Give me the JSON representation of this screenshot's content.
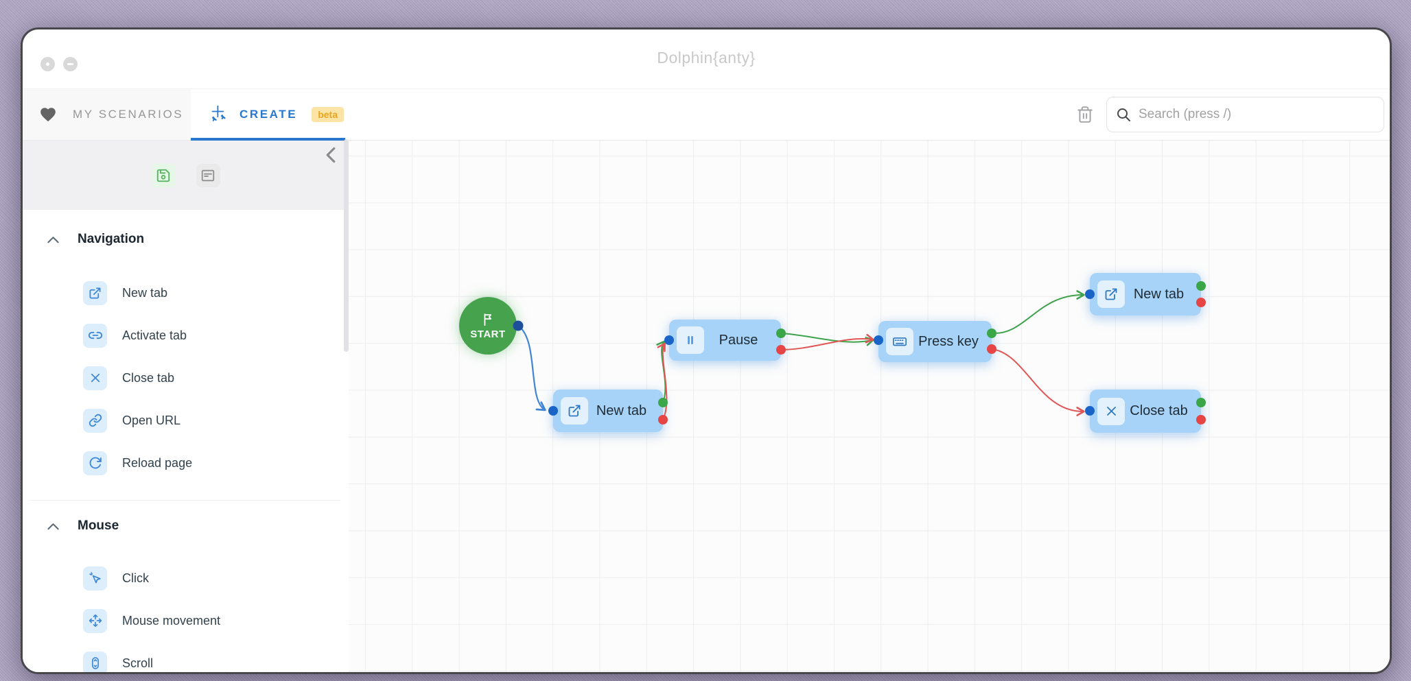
{
  "window": {
    "title": "Dolphin{anty}"
  },
  "tabs": {
    "my_scenarios": "MY SCENARIOS",
    "create": "CREATE",
    "beta": "beta"
  },
  "toolbar": {
    "search_placeholder": "Search (press /)"
  },
  "sidebar": {
    "sections": [
      {
        "label": "Navigation",
        "items": [
          {
            "label": "New tab",
            "icon": "new-tab-icon"
          },
          {
            "label": "Activate tab",
            "icon": "activate-tab-icon"
          },
          {
            "label": "Close tab",
            "icon": "close-tab-icon"
          },
          {
            "label": "Open URL",
            "icon": "open-url-icon"
          },
          {
            "label": "Reload page",
            "icon": "reload-page-icon"
          }
        ]
      },
      {
        "label": "Mouse",
        "items": [
          {
            "label": "Click",
            "icon": "click-icon"
          },
          {
            "label": "Mouse movement",
            "icon": "mouse-movement-icon"
          },
          {
            "label": "Scroll",
            "icon": "scroll-icon"
          }
        ]
      }
    ]
  },
  "canvas": {
    "start": {
      "label": "START"
    },
    "nodes": [
      {
        "id": "new-tab-1",
        "label": "New tab",
        "icon": "new-tab-icon"
      },
      {
        "id": "pause",
        "label": "Pause",
        "icon": "pause-icon"
      },
      {
        "id": "press-key",
        "label": "Press key",
        "icon": "keyboard-icon"
      },
      {
        "id": "new-tab-2",
        "label": "New tab",
        "icon": "new-tab-icon"
      },
      {
        "id": "close-tab",
        "label": "Close tab",
        "icon": "close-tab-icon"
      }
    ],
    "edges": [
      {
        "from": "start",
        "to": "new-tab-1",
        "color": "blue"
      },
      {
        "from": "new-tab-1:success",
        "to": "pause",
        "color": "green"
      },
      {
        "from": "new-tab-1:fail",
        "to": "pause",
        "color": "red"
      },
      {
        "from": "pause:success",
        "to": "press-key",
        "color": "green"
      },
      {
        "from": "pause:fail",
        "to": "press-key",
        "color": "red"
      },
      {
        "from": "press-key:success",
        "to": "new-tab-2",
        "color": "green"
      },
      {
        "from": "press-key:fail",
        "to": "close-tab",
        "color": "red"
      }
    ]
  },
  "colors": {
    "accent_blue": "#2878d0",
    "beta_bg": "#fbe4a6",
    "beta_text": "#e8a51d",
    "node_bg": "#a6d3f7",
    "start_green": "#47a24e",
    "edge_blue": "#4285d6",
    "edge_green": "#3fa24c",
    "edge_red": "#e25555",
    "port_in_blue": "#1a64c8",
    "port_out_green": "#3aa648",
    "port_out_red": "#e64545"
  }
}
